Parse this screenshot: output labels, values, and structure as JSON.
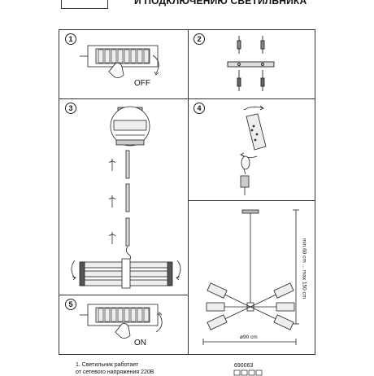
{
  "header": {
    "title": "И ПОДКЛЮЧЕНИЮ СВЕТИЛЬНИКА"
  },
  "steps": [
    {
      "number": "1",
      "label": "OFF"
    },
    {
      "number": "2"
    },
    {
      "number": "3"
    },
    {
      "number": "4"
    },
    {
      "number": "5",
      "label": "ON"
    }
  ],
  "dimensions": {
    "height": "min 60 cm ... max 150 cm",
    "diameter": "ø90 cm"
  },
  "product": {
    "article": "690063"
  },
  "notes": {
    "line1": "1. Светильник работает",
    "line2": "от сетевого напряжения 220В"
  }
}
